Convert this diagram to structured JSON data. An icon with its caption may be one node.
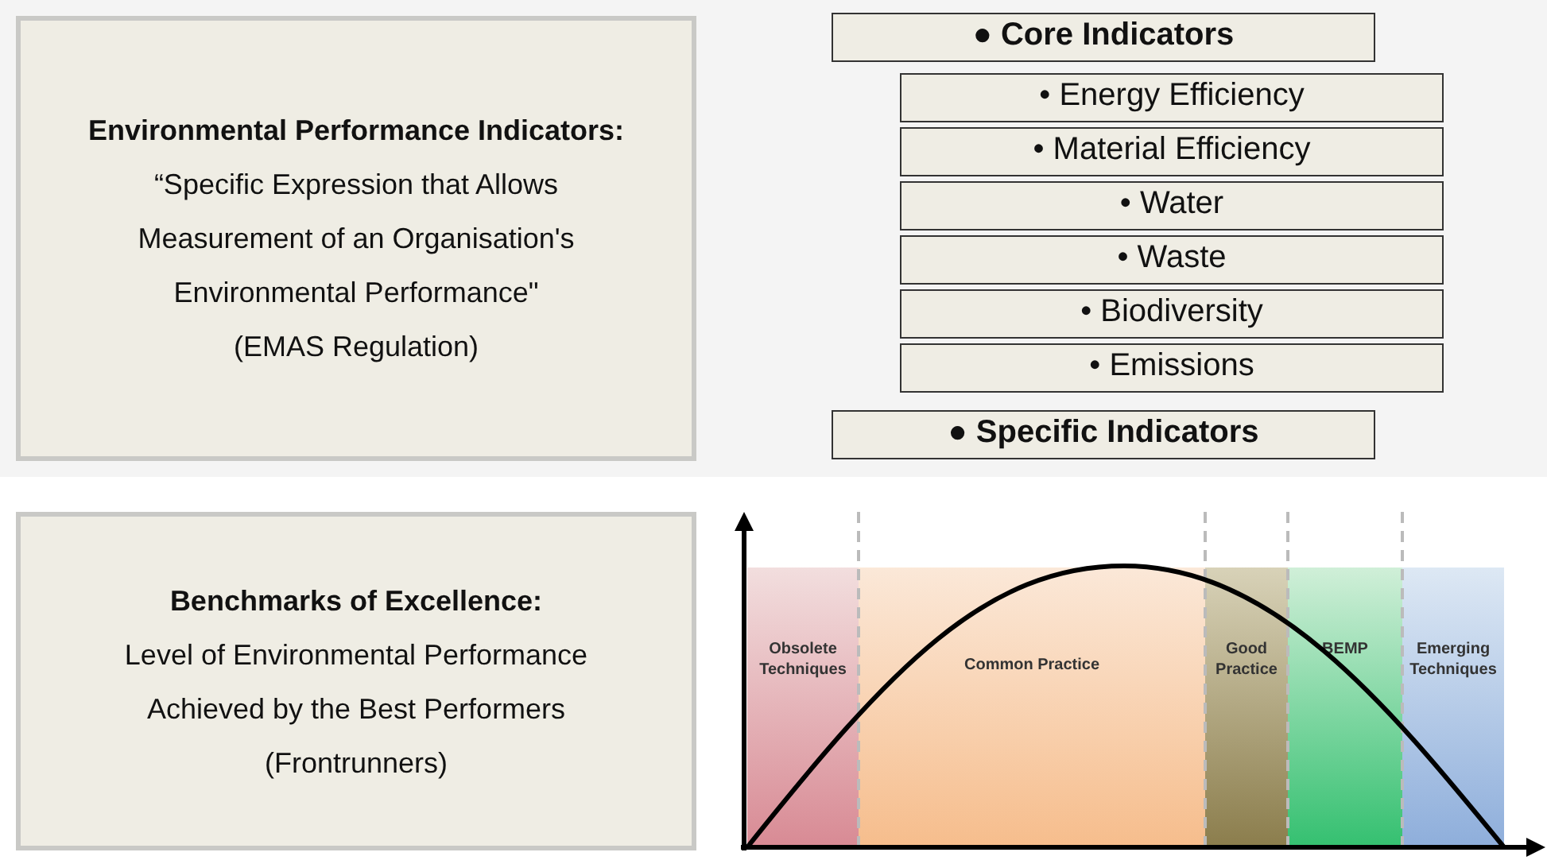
{
  "diagram": {
    "nodes": [
      {
        "text": [
          "Environmental Performance Indicators:",
          "“Specific Expression that Allows Measurement of an Organisation's Environmental Performance\"",
          "(EMAS Regulation)"
        ]
      },
      {
        "text": [
          "● Core Indicators"
        ]
      },
      {
        "text": [
          "• Energy Efficiency"
        ]
      },
      {
        "text": [
          "• Material Efficiency"
        ]
      },
      {
        "text": [
          "• Water"
        ]
      },
      {
        "text": [
          "• Waste"
        ]
      },
      {
        "text": [
          "• Biodiversity"
        ]
      },
      {
        "text": [
          "• Emissions"
        ]
      },
      {
        "text": [
          "● Specific Indicators"
        ]
      },
      {
        "text": [
          "Benchmarks of Excellence:",
          "Level of Environmental Performance Achieved by the Best Performers",
          "(Frontrunners)"
        ]
      },
      {
        "text": [
          "Obsolete Techniques"
        ]
      },
      {
        "text": [
          "Common Practice"
        ]
      },
      {
        "text": [
          "Good Practice"
        ]
      },
      {
        "text": [
          "BEMP"
        ]
      },
      {
        "text": [
          "Emerging Techniques"
        ]
      }
    ],
    "edges": []
  }
}
